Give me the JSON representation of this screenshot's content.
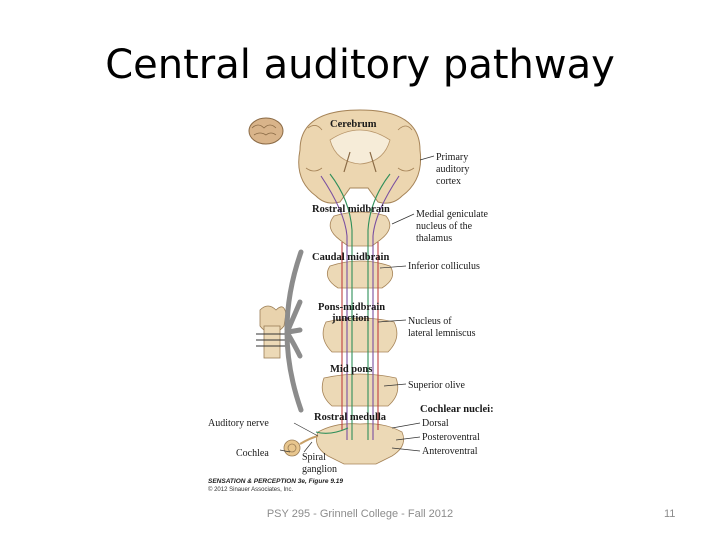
{
  "slide": {
    "title": "Central auditory pathway",
    "footer": "PSY 295 - Grinnell College - Fall 2012",
    "page_number": "11"
  },
  "figure": {
    "sections": {
      "cerebrum": "Cerebrum",
      "rostral_midbrain": "Rostral midbrain",
      "caudal_midbrain": "Caudal midbrain",
      "pons_midbrain_1": "Pons-midbrain",
      "pons_midbrain_2": "junction",
      "mid_pons": "Mid pons",
      "rostral_medulla": "Rostral medulla"
    },
    "labels": {
      "primary_1": "Primary",
      "primary_2": "auditory",
      "primary_3": "cortex",
      "mgn_1": "Medial geniculate",
      "mgn_2": "nucleus of the",
      "mgn_3": "thalamus",
      "inferior_colliculus": "Inferior colliculus",
      "nll_1": "Nucleus of",
      "nll_2": "lateral lemniscus",
      "superior_olive": "Superior olive",
      "cochlear_nuclei": "Cochlear nuclei:",
      "dorsal": "Dorsal",
      "posteroventral": "Posteroventral",
      "anteroventral": "Anteroventral",
      "auditory_nerve": "Auditory nerve",
      "cochlea": "Cochlea",
      "spiral_1": "Spiral",
      "spiral_2": "ganglion"
    },
    "credit": {
      "line1": "SENSATION & PERCEPTION 3e, Figure 9.19",
      "line2": "© 2012 Sinauer Associates, Inc."
    }
  }
}
